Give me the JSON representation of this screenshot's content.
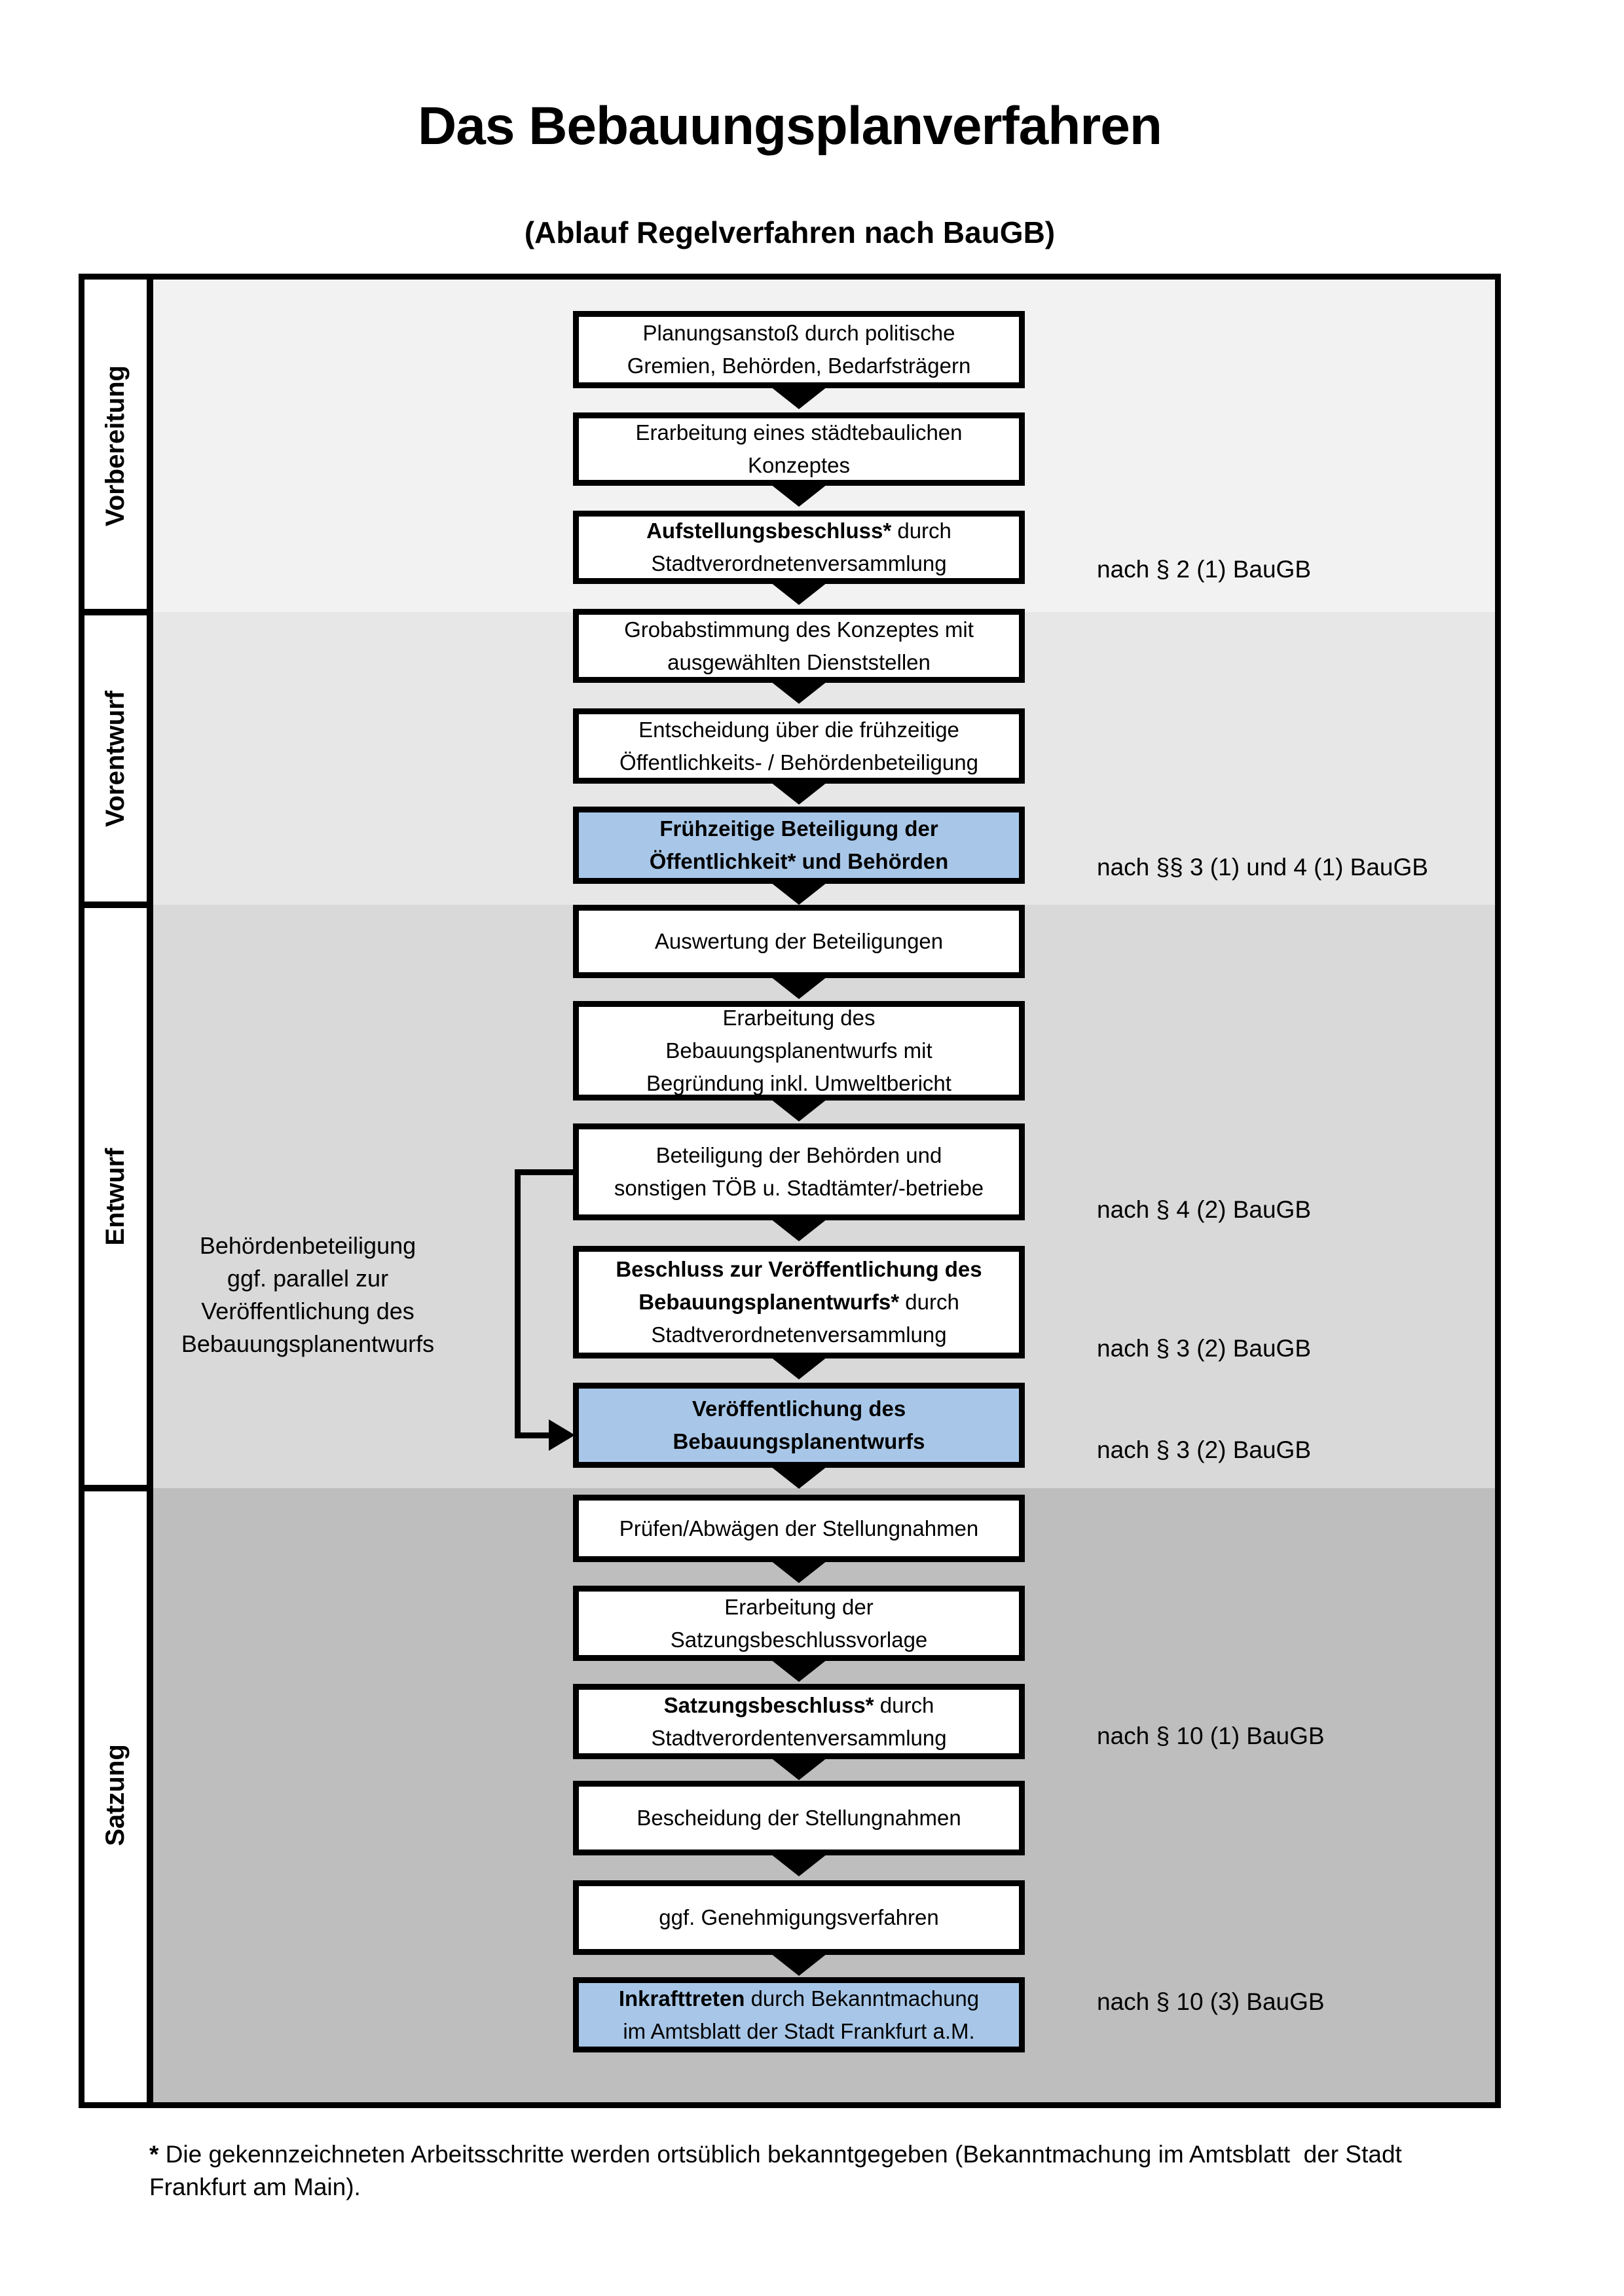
{
  "page": {
    "title": "Das Bebauungsplanverfahren",
    "subtitle": "(Ablauf Regelverfahren nach BauGB)"
  },
  "colors": {
    "highlight_box": "#a8c7e8",
    "box_border": "#000000",
    "section_bands": [
      "#f2f2f2",
      "#e7e7e7",
      "#d9d9d9",
      "#bebebe"
    ]
  },
  "sections": [
    {
      "label": "Vorbereitung"
    },
    {
      "label": "Vorentwurf"
    },
    {
      "label": "Entwurf"
    },
    {
      "label": "Satzung"
    }
  ],
  "steps": [
    {
      "n": 1,
      "section": "Vorbereitung",
      "highlight": false,
      "lines": [
        [
          {
            "t": "Planungsanstoß durch politische",
            "b": false
          }
        ],
        [
          {
            "t": "Gremien, Behörden, Bedarfsträgern",
            "b": false
          }
        ]
      ]
    },
    {
      "n": 2,
      "section": "Vorbereitung",
      "highlight": false,
      "lines": [
        [
          {
            "t": "Erarbeitung eines städtebaulichen",
            "b": false
          }
        ],
        [
          {
            "t": "Konzeptes",
            "b": false
          }
        ]
      ]
    },
    {
      "n": 3,
      "section": "Vorbereitung",
      "highlight": false,
      "lines": [
        [
          {
            "t": "Aufstellungsbeschluss*",
            "b": true
          },
          {
            "t": " durch",
            "b": false
          }
        ],
        [
          {
            "t": "Stadtverordnetenversammlung",
            "b": false
          }
        ]
      ]
    },
    {
      "n": 4,
      "section": "Vorentwurf",
      "highlight": false,
      "lines": [
        [
          {
            "t": "Grobabstimmung des Konzeptes mit",
            "b": false
          }
        ],
        [
          {
            "t": "ausgewählten Dienststellen",
            "b": false
          }
        ]
      ]
    },
    {
      "n": 5,
      "section": "Vorentwurf",
      "highlight": false,
      "lines": [
        [
          {
            "t": "Entscheidung über die frühzeitige",
            "b": false
          }
        ],
        [
          {
            "t": "Öffentlichkeits- / Behördenbeteiligung",
            "b": false
          }
        ]
      ]
    },
    {
      "n": 6,
      "section": "Vorentwurf",
      "highlight": true,
      "lines": [
        [
          {
            "t": "Frühzeitige Beteiligung der",
            "b": true
          }
        ],
        [
          {
            "t": "Öffentlichkeit* und Behörden",
            "b": true
          }
        ]
      ]
    },
    {
      "n": 7,
      "section": "Entwurf",
      "highlight": false,
      "lines": [
        [
          {
            "t": "Auswertung der Beteiligungen",
            "b": false
          }
        ]
      ]
    },
    {
      "n": 8,
      "section": "Entwurf",
      "highlight": false,
      "lines": [
        [
          {
            "t": "Erarbeitung des",
            "b": false
          }
        ],
        [
          {
            "t": "Bebauungsplanentwurfs mit",
            "b": false
          }
        ],
        [
          {
            "t": "Begründung inkl. Umweltbericht",
            "b": false
          }
        ]
      ]
    },
    {
      "n": 9,
      "section": "Entwurf",
      "highlight": false,
      "lines": [
        [
          {
            "t": "Beteiligung der Behörden und",
            "b": false
          }
        ],
        [
          {
            "t": "sonstigen TÖB u. Stadtämter/-betriebe",
            "b": false
          }
        ]
      ]
    },
    {
      "n": 10,
      "section": "Entwurf",
      "highlight": false,
      "lines": [
        [
          {
            "t": "Beschluss zur Veröffentlichung des",
            "b": true
          }
        ],
        [
          {
            "t": "Bebauungsplanentwurfs*",
            "b": true
          },
          {
            "t": " durch",
            "b": false
          }
        ],
        [
          {
            "t": "Stadtverordnetenversammlung",
            "b": false
          }
        ]
      ]
    },
    {
      "n": 11,
      "section": "Entwurf",
      "highlight": true,
      "lines": [
        [
          {
            "t": "Veröffentlichung des",
            "b": true
          }
        ],
        [
          {
            "t": "Bebauungsplanentwurfs",
            "b": true
          }
        ]
      ]
    },
    {
      "n": 12,
      "section": "Satzung",
      "highlight": false,
      "lines": [
        [
          {
            "t": "Prüfen/Abwägen der Stellungnahmen",
            "b": false
          }
        ]
      ]
    },
    {
      "n": 13,
      "section": "Satzung",
      "highlight": false,
      "lines": [
        [
          {
            "t": "Erarbeitung der",
            "b": false
          }
        ],
        [
          {
            "t": "Satzungsbeschlussvorlage",
            "b": false
          }
        ]
      ]
    },
    {
      "n": 14,
      "section": "Satzung",
      "highlight": false,
      "lines": [
        [
          {
            "t": "Satzungsbeschluss*",
            "b": true
          },
          {
            "t": " durch",
            "b": false
          }
        ],
        [
          {
            "t": "Stadtverordentenversammlung",
            "b": false
          }
        ]
      ]
    },
    {
      "n": 15,
      "section": "Satzung",
      "highlight": false,
      "lines": [
        [
          {
            "t": "Bescheidung der Stellungnahmen",
            "b": false
          }
        ]
      ]
    },
    {
      "n": 16,
      "section": "Satzung",
      "highlight": false,
      "lines": [
        [
          {
            "t": "ggf. Genehmigungsverfahren",
            "b": false
          }
        ]
      ]
    },
    {
      "n": 17,
      "section": "Satzung",
      "highlight": true,
      "lines": [
        [
          {
            "t": "Inkrafttreten",
            "b": true
          },
          {
            "t": " durch Bekanntmachung",
            "b": false
          }
        ],
        [
          {
            "t": "im Amtsblatt der Stadt Frankfurt a.M.",
            "b": false
          }
        ]
      ]
    }
  ],
  "law_references": [
    {
      "text": "nach § 2 (1) BauGB",
      "for_step": 3
    },
    {
      "text": "nach §§ 3 (1) und 4 (1) BauGB",
      "for_step": 6
    },
    {
      "text": "nach § 4 (2) BauGB",
      "for_step": 9
    },
    {
      "text": "nach § 3 (2) BauGB",
      "for_step": 10
    },
    {
      "text": "nach § 3 (2) BauGB",
      "for_step": 11
    },
    {
      "text": "nach § 10 (1) BauGB",
      "for_step": 14
    },
    {
      "text": "nach § 10 (3) BauGB",
      "for_step": 17
    }
  ],
  "side_note": {
    "lines": [
      "Behördenbeteiligung",
      "ggf. parallel zur",
      "Veröffentlichung des",
      "Bebauungsplanentwurfs"
    ]
  },
  "footnote": {
    "marker": "*",
    "text1": " Die gekennzeichneten Arbeitsschritte werden ortsüblich bekanntgegeben (Bekanntmachung im Amtsblatt  der Stadt",
    "text2": "Frankfurt am Main)."
  }
}
